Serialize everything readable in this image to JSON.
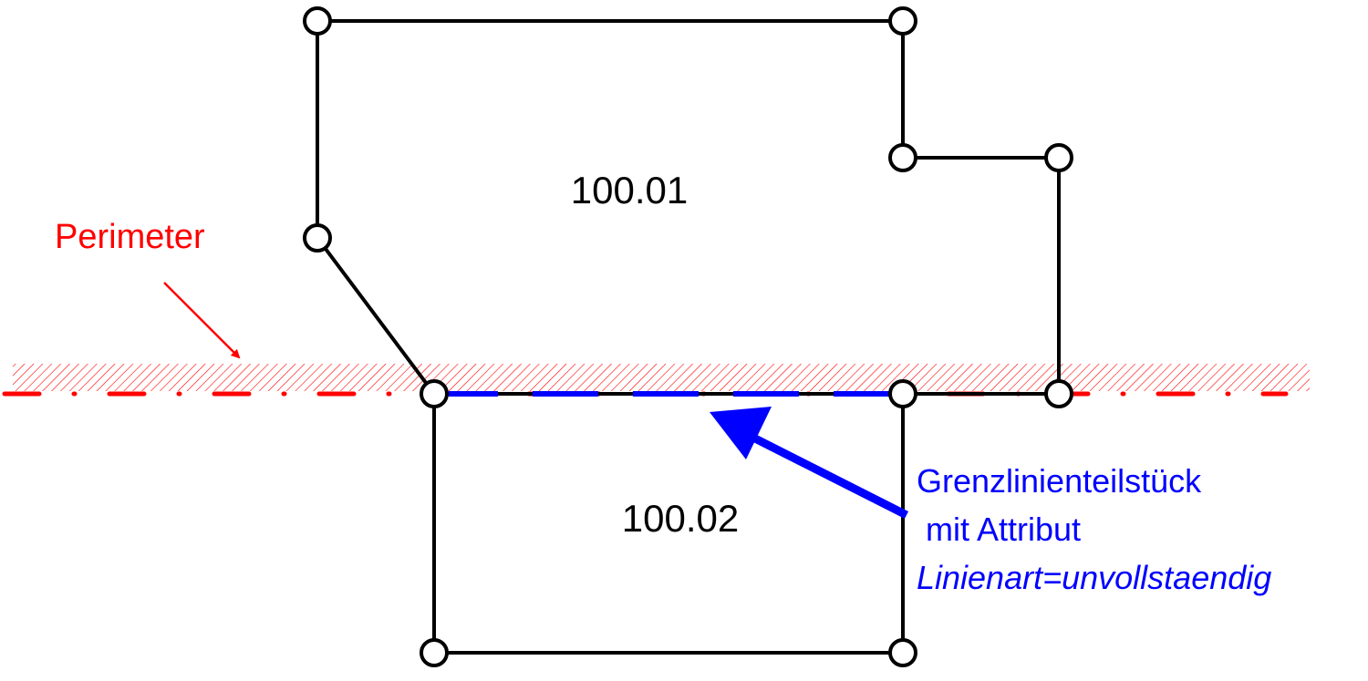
{
  "parcels": [
    {
      "label": "100.01"
    },
    {
      "label": "100.02"
    }
  ],
  "perimeter": {
    "label": "Perimeter",
    "color": "#ff0000"
  },
  "boundary_segment": {
    "line1": "Grenzlinienteilstück",
    "line2": " mit Attribut",
    "line3": "Linienart=unvollstaendig",
    "color": "#0000ff"
  },
  "colors": {
    "line": "#000000",
    "node_fill": "#ffffff",
    "hatch": "#ff0000"
  }
}
